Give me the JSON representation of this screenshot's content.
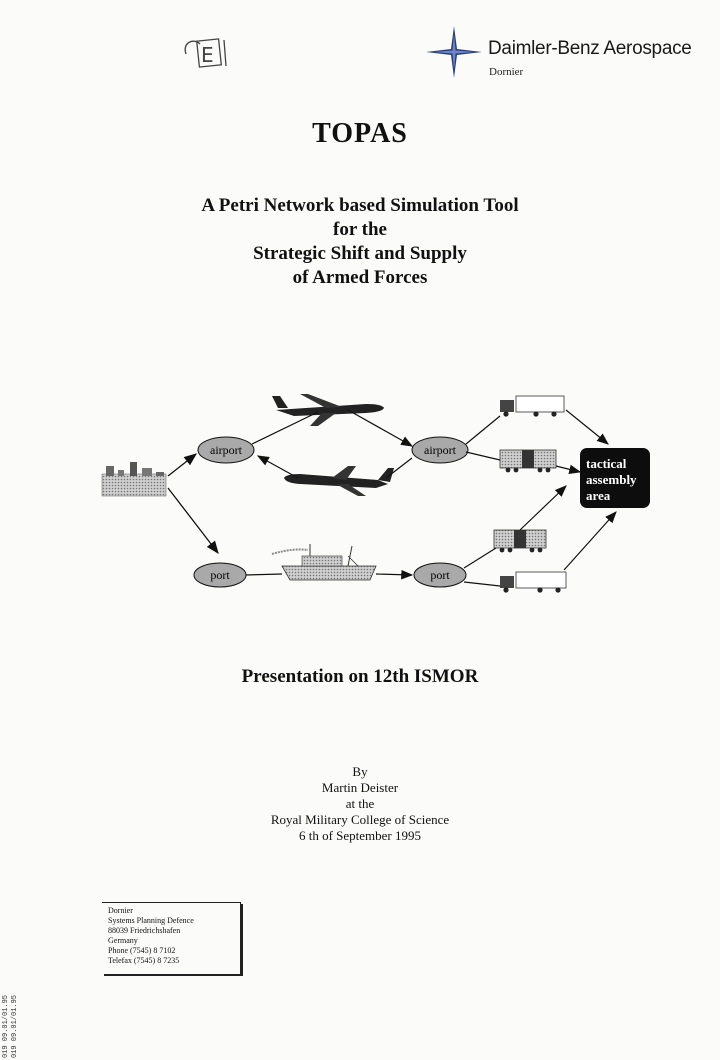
{
  "header": {
    "handwritten_mark": "E",
    "company": "Daimler-Benz Aerospace",
    "division": "Dornier"
  },
  "title": "TOPAS",
  "subtitle_lines": [
    "A Petri Network based Simulation Tool",
    "for the",
    "Strategic Shift and Supply",
    "of Armed Forces"
  ],
  "diagram": {
    "nodes": {
      "airport_origin": "airport",
      "port_origin": "port",
      "airport_dest": "airport",
      "port_dest": "port",
      "tactical_assembly_area": [
        "tactical",
        "assembly",
        "area"
      ]
    },
    "icons": [
      "city-skyline-icon",
      "airplane-icon",
      "ship-icon",
      "truck-icon",
      "railcar-icon"
    ]
  },
  "presentation": "Presentation on 12th ISMOR",
  "byline": {
    "by": "By",
    "author": "Martin Deister",
    "at": "at the",
    "venue": "Royal Military College of Science",
    "date": "6 th of September 1995"
  },
  "address": {
    "lines": [
      "Dornier",
      "Systems Planning Defence",
      "88039 Friedrichshafen",
      "Germany",
      "Phone (7545) 8 7102",
      "Telefax (7545) 8 7235"
    ]
  },
  "side_codes": [
    "019 09.01/01.95",
    "019 09.01/01.95"
  ]
}
